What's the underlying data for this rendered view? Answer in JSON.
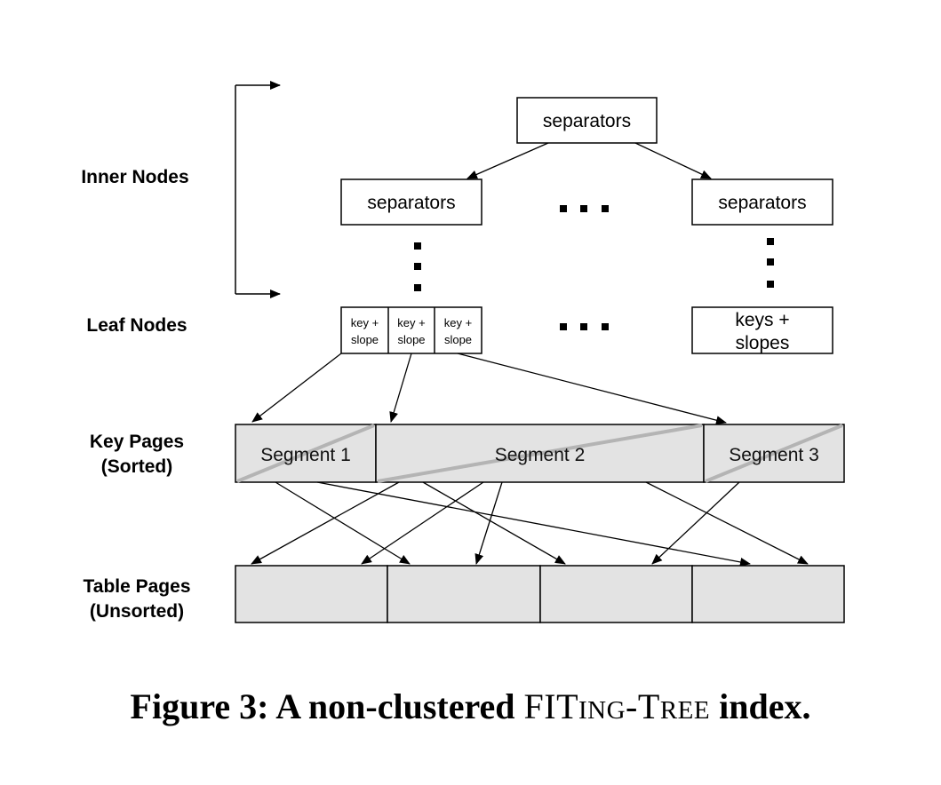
{
  "labels": {
    "inner_nodes": "Inner Nodes",
    "leaf_nodes": "Leaf Nodes",
    "key_pages_1": "Key Pages",
    "key_pages_2": "(Sorted)",
    "table_pages_1": "Table Pages",
    "table_pages_2": "(Unsorted)"
  },
  "inner": {
    "root": "separators",
    "left": "separators",
    "right": "separators"
  },
  "leaf": {
    "cells": [
      {
        "line1": "key +",
        "line2": "slope"
      },
      {
        "line1": "key +",
        "line2": "slope"
      },
      {
        "line1": "key +",
        "line2": "slope"
      }
    ],
    "right_line1": "keys +",
    "right_line2": "slopes"
  },
  "segments": [
    "Segment 1",
    "Segment 2",
    "Segment 3"
  ],
  "caption": {
    "prefix": "Figure 3: A non-clustered ",
    "fi": "FIT",
    "ing": "ING",
    "dash_t": "-T",
    "ree": "REE",
    "suffix": " index."
  },
  "colors": {
    "page_fill": "#e3e3e3",
    "slope_line": "#b4b4b4",
    "stroke": "#000000"
  }
}
